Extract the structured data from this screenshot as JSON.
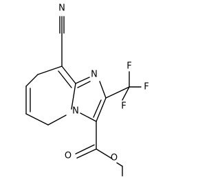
{
  "molecule": {
    "atom_labels": {
      "nitrile_n": "N",
      "ring_n_imine": "N",
      "ring_n_bridge": "N",
      "f1": "F",
      "f2": "F",
      "f3": "F",
      "carbonyl_o": "O",
      "ester_o": "O"
    },
    "colors": {
      "bonds": "#000000",
      "labels": "#000000",
      "background": "#ffffff"
    }
  }
}
